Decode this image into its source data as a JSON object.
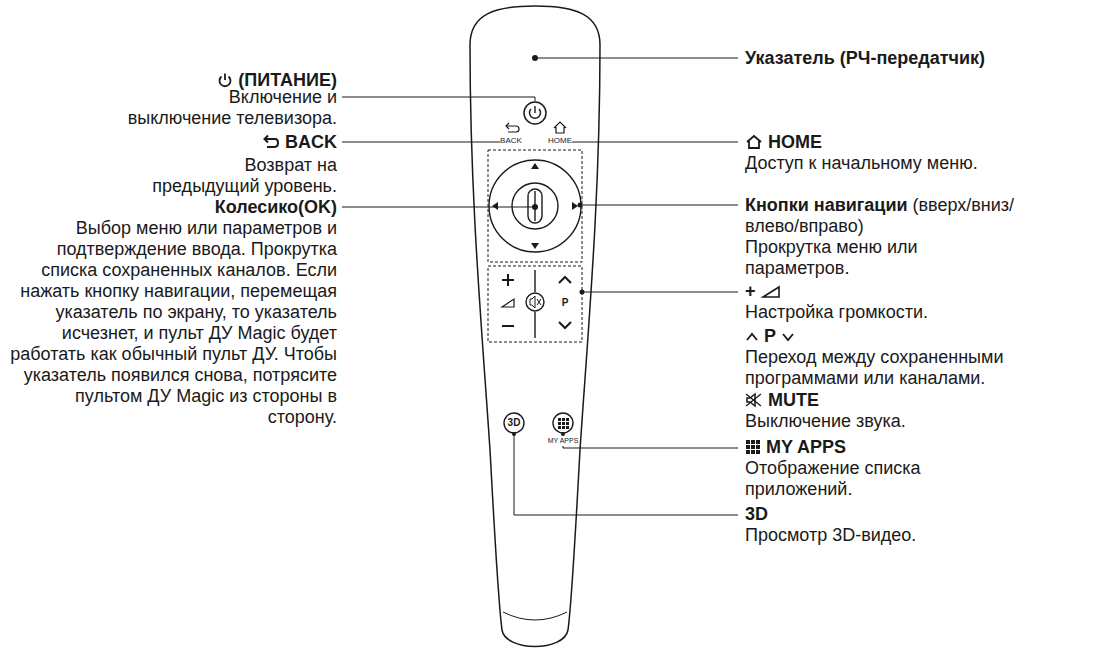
{
  "diagram": {
    "labels": [
      "(ПИТАНИЕ)",
      "Включение и выключение телевизора.",
      "BACK",
      "Возврат на предыдущий уровень.",
      "Колесико(OK)",
      "Выбор меню или параметров и подтверждение ввода. Прокрутка списка сохраненных каналов. Если нажать кнопку навигации, перемещая указатель по экрану, то указатель исчезнет, и пульт ДУ Magic будет работать как обычный пульт ДУ. Чтобы указатель появился снова, потрясите пультом ДУ Magic из стороны в сторону.",
      "Указатель (РЧ-передатчик)",
      "HOME",
      "Доступ к начальному меню.",
      "Кнопки навигации",
      "(вверх/вниз/влево/вправо)",
      "Прокрутка меню или параметров.",
      "+",
      "Настройка громкости.",
      "P",
      "Переход между сохраненными программами или каналами.",
      "MUTE",
      "Выключение звука.",
      "MY APPS",
      "Отображение списка приложений.",
      "3D",
      "Просмотр 3D-видео.",
      "BACK",
      "HOME",
      "P",
      "MY APPS",
      "3D"
    ]
  }
}
